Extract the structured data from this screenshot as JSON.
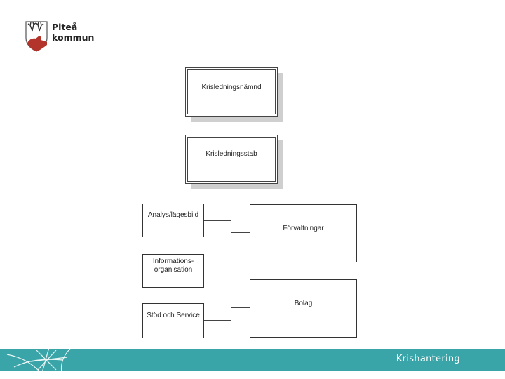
{
  "header": {
    "org_name": "Piteå kommun"
  },
  "orgchart": {
    "top": "Krisledningsnämnd",
    "staff": "Krisledningsstab",
    "left_units": [
      "Analys/lägesbild",
      "Informations-\norganisation",
      "Stöd och Service"
    ],
    "right_units": [
      "Förvaltningar",
      "Bolag"
    ]
  },
  "footer": {
    "title": "Krishantering",
    "color": "#3aa5a9"
  },
  "colors": {
    "logo_red": "#b3342b",
    "line": "#444444",
    "shadow": "#cfcfcf"
  }
}
